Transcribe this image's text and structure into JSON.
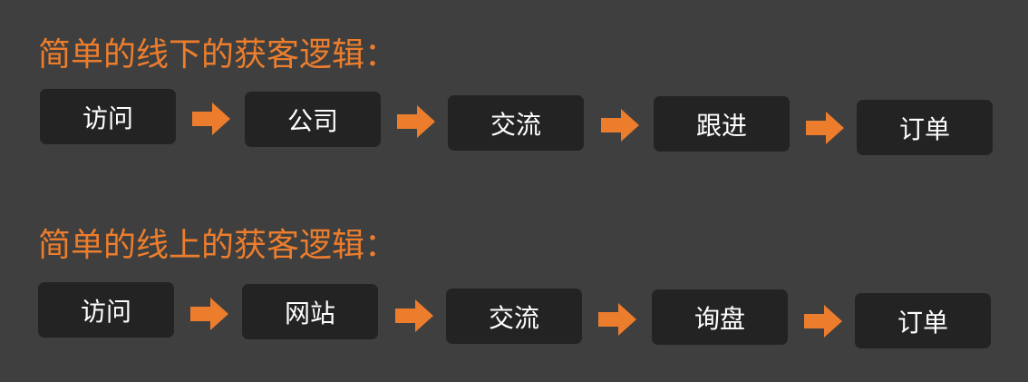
{
  "colors": {
    "background": "#3f3f3f",
    "title": "#ec7d2d",
    "box": "#232323",
    "box_text": "#ffffff",
    "arrow": "#ec7d2d"
  },
  "offline": {
    "title": "简单的线下的获客逻辑：",
    "steps": [
      "访问",
      "公司",
      "交流",
      "跟进",
      "订单"
    ]
  },
  "online": {
    "title": "简单的线上的获客逻辑：",
    "steps": [
      "访问",
      "网站",
      "交流",
      "询盘",
      "订单"
    ]
  },
  "icons": {
    "connector": "right-arrow-icon"
  }
}
